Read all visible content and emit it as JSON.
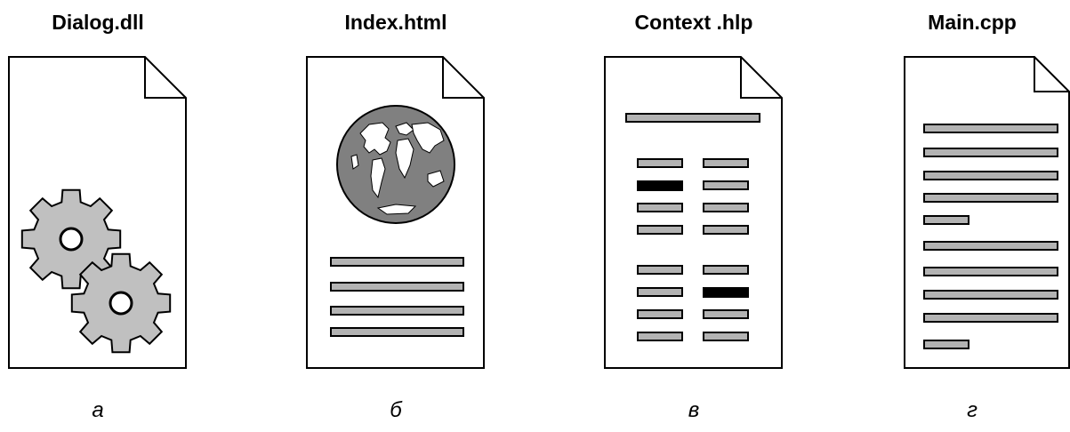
{
  "files": [
    {
      "name": "Dialog.dll",
      "caption": "а",
      "icon": "gears-icon"
    },
    {
      "name": "Index.html",
      "caption": "б",
      "icon": "globe-icon"
    },
    {
      "name": "Context .hlp",
      "caption": "в",
      "icon": "columns-icon"
    },
    {
      "name": "Main.cpp",
      "caption": "г",
      "icon": "code-lines-icon"
    }
  ],
  "colors": {
    "bar_fill": "#b3b3b3",
    "bar_highlight": "#000000",
    "gear_fill": "#c0c0c0",
    "globe_fill": "#808080",
    "stroke": "#000000"
  }
}
